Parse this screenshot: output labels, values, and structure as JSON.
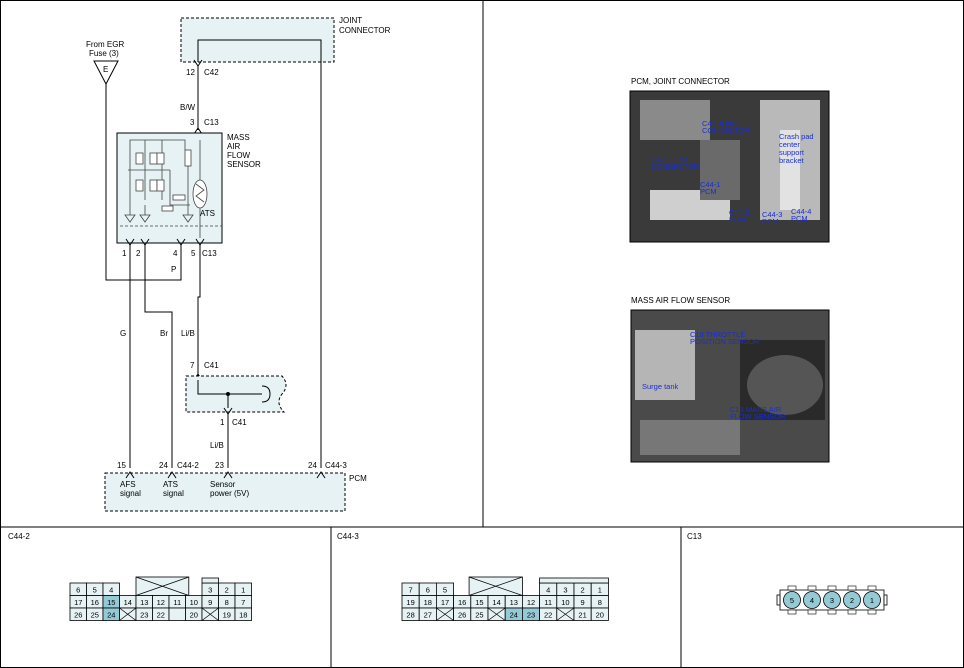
{
  "schematic": {
    "joint_connector": "JOINT\nCONNECTOR",
    "egr_fuse_line1": "From EGR",
    "egr_fuse_line2": "Fuse (3)",
    "egr_letter": "E",
    "pin_12": "12",
    "conn_c42": "C42",
    "wire_bw": "B/W",
    "pin_3": "3",
    "conn_c13_top": "C13",
    "sensor_l1": "MASS",
    "sensor_l2": "AIR",
    "sensor_l3": "FLOW",
    "sensor_l4": "SENSOR",
    "ats_label": "ATS",
    "pin_1": "1",
    "pin_2": "2",
    "pin_4": "4",
    "pin_5": "5",
    "conn_c13_bot": "C13",
    "p_label": "P",
    "wire_g": "G",
    "wire_br": "Br",
    "wire_lib1": "Li/B",
    "pin_7": "7",
    "conn_c41_top": "C41",
    "pin_1b": "1",
    "conn_c41_bot": "C41",
    "wire_lib2": "Li/B",
    "pin_15": "15",
    "pin_24a": "24",
    "conn_c44_2": "C44-2",
    "pin_23": "23",
    "pin_24b": "24",
    "conn_c44_3": "C44-3",
    "pcm": "PCM",
    "afs_l1": "AFS",
    "afs_l2": "signal",
    "ats_l1": "ATS",
    "ats_l2": "signal",
    "sp_l1": "Sensor",
    "sp_l2": "power (5V)"
  },
  "photos": {
    "pcm_title": "PCM, JOINT CONNECTOR",
    "pcm_labels": {
      "c41a": "C41 JOINT",
      "c41b": "CONNECTOR",
      "crash1": "Crash pad",
      "crash2": "center",
      "crash3": "support",
      "crash4": "bracket",
      "c42a": "C42 JOINT",
      "c42b": "CONNECTOR",
      "c44_1a": "C44-1",
      "c44_1b": "PCM",
      "c44_2a": "C44-2",
      "c44_2b": "PCM",
      "c44_3a": "C44-3",
      "c44_3b": "PCM",
      "c44_4a": "C44-4",
      "c44_4b": "PCM"
    },
    "maf_title": "MASS AIR FLOW SENSOR",
    "maf_labels": {
      "tps1": "C18 THROTTLE",
      "tps2": "POSITION SENSOR",
      "surge": "Surge tank",
      "maf1": "C13 MASS AIR",
      "maf2": "FLOW SENSOR"
    }
  },
  "connectors": {
    "c44_2_title": "C44-2",
    "c44_3_title": "C44-3",
    "c13_title": "C13",
    "c44_2_rows": [
      [
        "6",
        "5",
        "4",
        "X",
        "3",
        "2",
        "1"
      ],
      [
        "17",
        "16",
        "15",
        "14",
        "13",
        "12",
        "11",
        "10",
        "9",
        "8",
        "7"
      ],
      [
        "26",
        "25",
        "24",
        "X",
        "23",
        "22",
        "",
        "20",
        "X",
        "19",
        "18"
      ]
    ],
    "c44_3_rows": [
      [
        "7",
        "6",
        "5",
        "X",
        "4",
        "3",
        "2",
        "1"
      ],
      [
        "19",
        "18",
        "17",
        "16",
        "15",
        "14",
        "13",
        "12",
        "11",
        "10",
        "9",
        "8"
      ],
      [
        "28",
        "27",
        "X",
        "26",
        "25",
        "X",
        "24",
        "23",
        "22",
        "X",
        "21",
        "20"
      ]
    ],
    "c13_pins": [
      "5",
      "4",
      "3",
      "2",
      "1"
    ],
    "highlight_color": "#94c9d6",
    "cell_color": "#e6f2f4"
  }
}
